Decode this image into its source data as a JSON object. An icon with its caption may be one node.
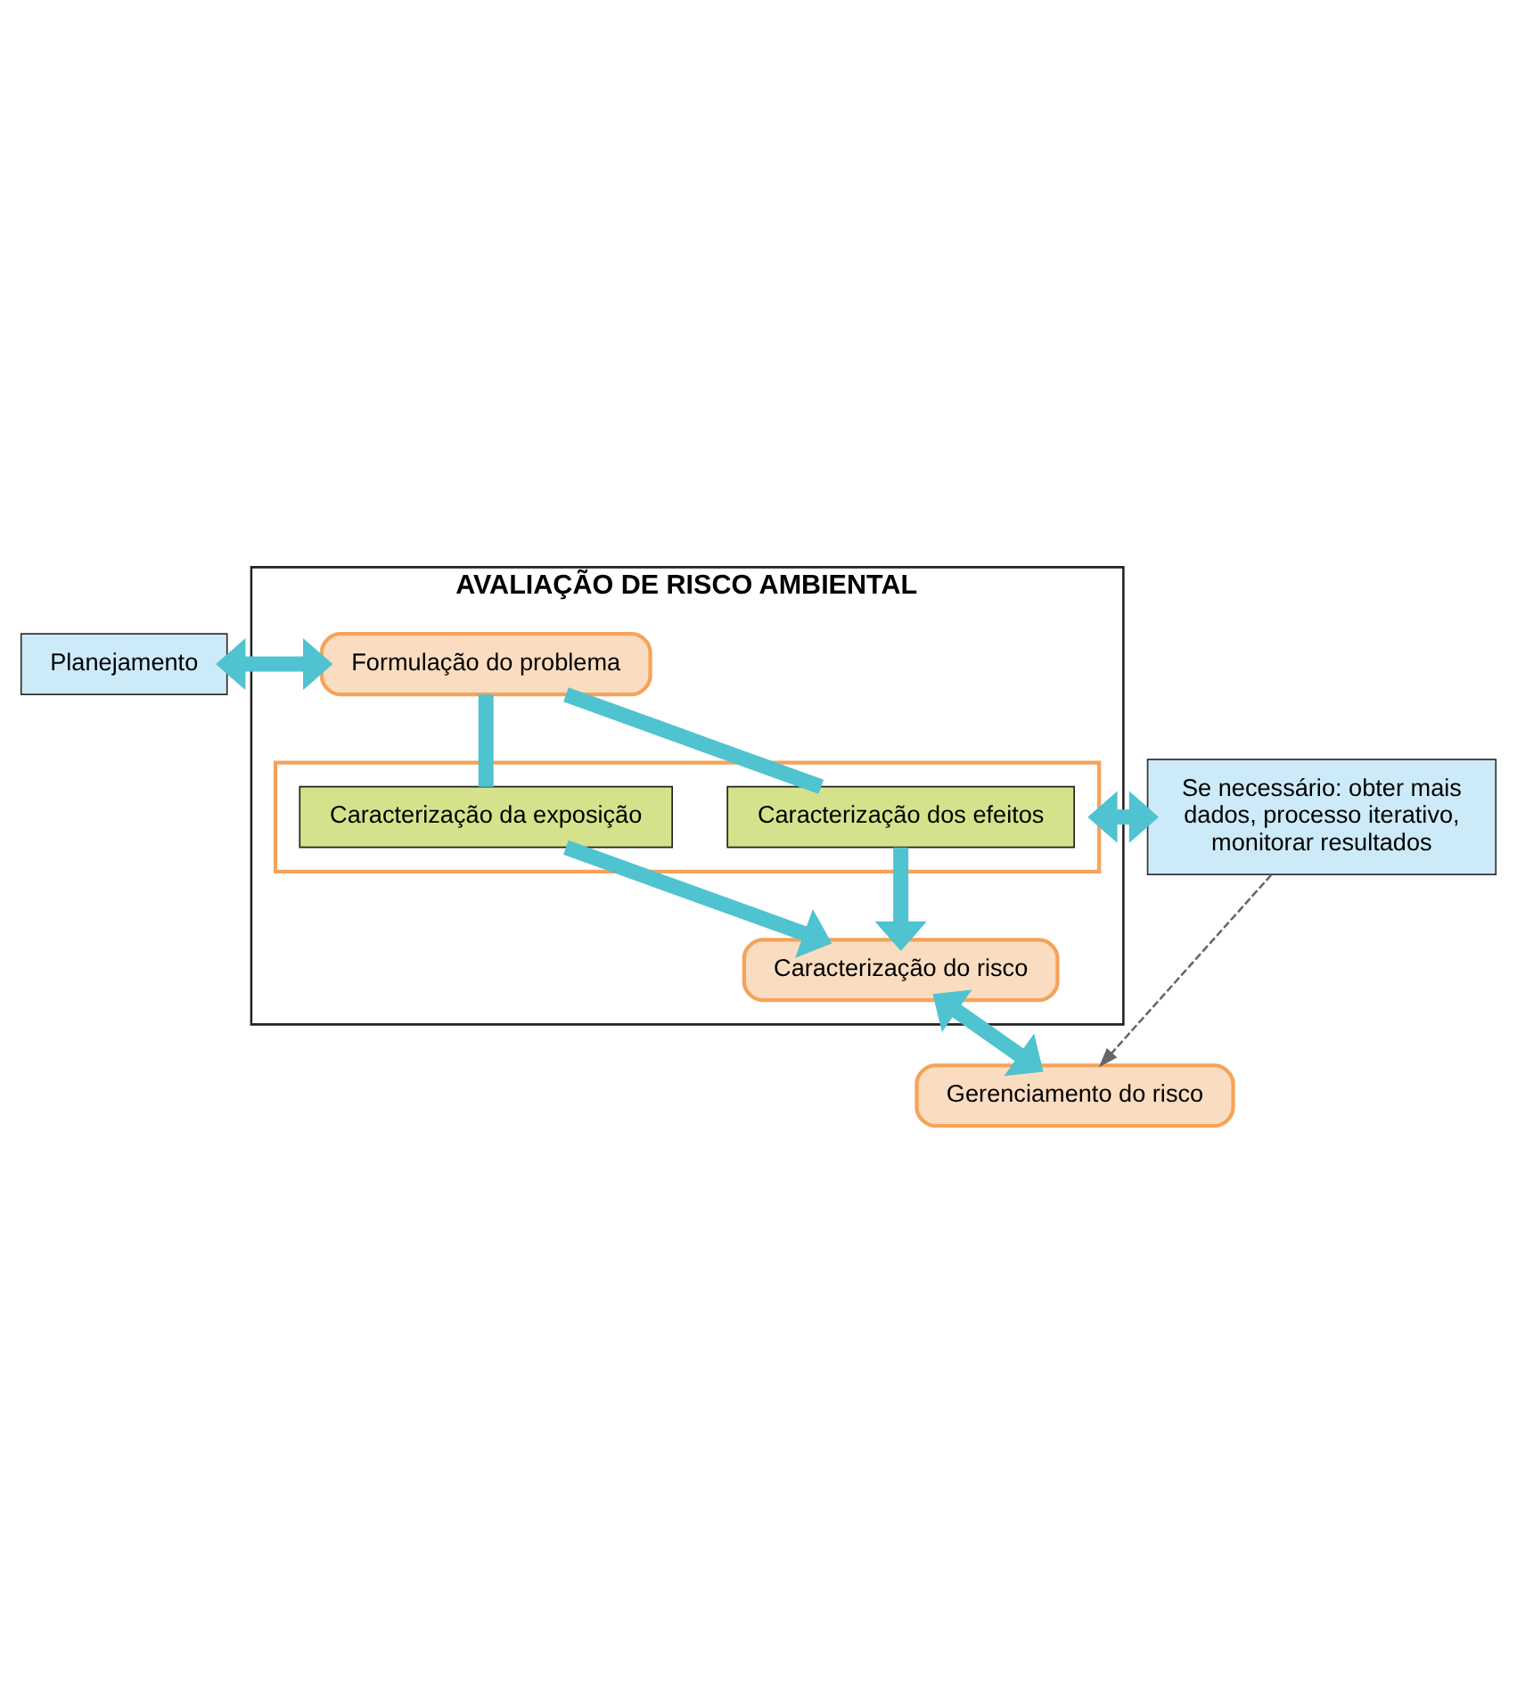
{
  "diagram": {
    "nodes": [
      {
        "text": [
          "Planejamento"
        ]
      },
      {
        "text": [
          "AVALIAÇÃO DE RISCO AMBIENTAL"
        ]
      },
      {
        "text": [
          "Formulação do problema"
        ],
        "in": 1
      },
      {
        "text": [],
        "shape": "box",
        "in": 1
      },
      {
        "text": [
          "Caracterização da exposição"
        ],
        "in": 3
      },
      {
        "text": [
          "Caracterização dos efeitos"
        ],
        "in": 3
      },
      {
        "text": [
          "Caracterização do risco"
        ],
        "in": 1
      },
      {
        "text": [
          "Se necessário: obter mais dados, processo iterativo, monitorar resultados"
        ]
      },
      {
        "text": [
          "Gerenciamento do risco"
        ]
      }
    ],
    "edges": [
      {
        "from": 0,
        "to": 2,
        "arrow": "both"
      },
      {
        "from": 2,
        "to": 4,
        "arrow": "none"
      },
      {
        "from": 2,
        "to": 5,
        "arrow": "none"
      },
      {
        "from": 4,
        "to": 6,
        "arrow": "to"
      },
      {
        "from": 5,
        "to": 6,
        "arrow": "to"
      },
      {
        "from": 3,
        "to": 7,
        "arrow": "both"
      },
      {
        "from": 6,
        "to": 8,
        "arrow": "both"
      },
      {
        "from": 7,
        "to": 8,
        "arrow": "to",
        "style": "dashed",
        "color": "#666666"
      }
    ]
  }
}
